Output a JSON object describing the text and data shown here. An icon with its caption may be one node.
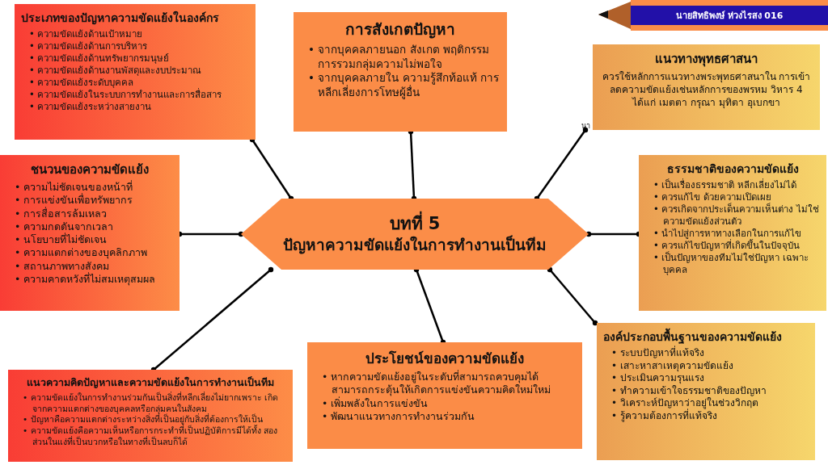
{
  "diagram": {
    "nodes": [
      {
        "text": [
          "บทที่ 5",
          "ปัญหาความขัดแย้งในการทำงานเป็นทีม"
        ]
      },
      {
        "text": [
          "ประเภทของปัญหาความขัดแย้งในองค์กร",
          "• ความขัดแย้งด้านเป้าหมาย",
          "• ความขัดแย้งด้านการบริหาร",
          "• ความขัดแย้งด้านทรัพยากรมนุษย์",
          "• ความขัดแย้งด้านงานพัสดุและงบประมาณ",
          "• ความขัดแย้งระดับบุคคล",
          "• ความขัดแย้งในระบบการทำงานและการสื่อสาร",
          "• ความขัดแย้งระหว่างสายงาน"
        ]
      },
      {
        "text": [
          "การสังเกตปัญหา",
          "• จากบุคคลภายนอก สังเกต พฤติกรรมการรวมกลุ่มความไม่พอใจ",
          "• จากบุคคลภายใน ความรู้สึกท้อแท้ การหลีกเลี่ยงการโทษผู้อื่น"
        ]
      },
      {
        "text": [
          "แนวทางพุทธศาสนา",
          "ควรใช้หลักการแนวทางพระพุทธศาสนาใน การเข้าลดความขัดแย้งเช่นหลักการของพรหม วิหาร 4 ได้แก่ เมตตา กรุณา มุทิตา อุเบกขา"
        ]
      },
      {
        "text": [
          "ชนวนของความขัดแย้ง",
          "• ความไม่ชัดเจนของหน้าที่",
          "• การแข่งขันเพื่อทรัพยากร",
          "• การสื่อสารล้มเหลว",
          "• ความกดดันจากเวลา",
          "• นโยบายที่ไม่ชัดเจน",
          "• ความแตกต่างของบุคลิกภาพ",
          "• สถานภาพทางสังคม",
          "• ความคาดหวังที่ไม่สมเหตุสมผล"
        ]
      },
      {
        "text": [
          "ธรรมชาติของความขัดแย้ง",
          "• เป็นเรื่องธรรมชาติ หลีกเลี่ยงไม่ได้",
          "• ควรแก้ไข ด้วยความเปิดเผย",
          "• ควรเกิดจากประเด็นความเห็นต่าง ไม่ใช่ความขัดแย้งส่วนตัว",
          "• นำไปสู่การหาทางเลือกในการแก้ไข",
          "• ควรแก้ไขปัญหาที่เกิดขึ้นในปัจจุบัน",
          "• เป็นปัญหาของทีมไม่ใช่ปัญหา เฉพาะบุคคล"
        ]
      },
      {
        "text": [
          "แนวความคิดปัญหาและความขัดแย้งในการทำงานเป็นทีม",
          "• ความขัดแย้งในการทำงานร่วมกันเป็นสิ่งที่หลีกเลี่ยงไม่ยากเพราะ เกิดจากความแตกต่างของบุคคลหรือกลุ่มคนในสังคม",
          "• ปัญหาคือความแตกต่างระหว่างสิ่งที่เป็นอยู่กับสิ่งที่ต้องการให้เป็น",
          "• ความขัดแย้งคือความเห็นหรือการกระทำที่เป็นปฏิบัติการมีได้ทั้ง สองส่วนในแง่ที่เป็นบวกหรือในทางที่เป็นลบก็ได้"
        ]
      },
      {
        "text": [
          "ประโยชน์ของความขัดแย้ง",
          "• หากความขัดแย้งอยู่ในระดับที่สามารถควบคุมได้ สามารถกระตุ้นให้เกิดการแข่งขันความคิดใหม่ใหม่",
          "• เพิ่มพลังในการแข่งขัน",
          "• พัฒนาแนวทางการทำงานร่วมกัน"
        ]
      },
      {
        "text": [
          "องค์ประกอบพื้นฐานของความขัดแย้ง",
          "• ระบบปัญหาที่แท้จริง",
          "• เสาะหาสาเหตุความขัดแย้ง",
          "• ประเมินความรุนแรง",
          "• ทำความเข้าใจธรรมชาติของปัญหา",
          "• วิเคราะห์ปัญหาว่าอยู่ในช่วงวิกฤต",
          "• รู้ความต้องการที่แท้จริง"
        ]
      }
    ],
    "edges": [
      {
        "from": 0,
        "to": 1,
        "arrow": "other"
      },
      {
        "from": 0,
        "to": 2,
        "arrow": "other"
      },
      {
        "from": 0,
        "to": 3,
        "arrow": "other"
      },
      {
        "from": 0,
        "to": 4,
        "arrow": "other"
      },
      {
        "from": 0,
        "to": 5,
        "arrow": "other"
      },
      {
        "from": 0,
        "to": 6,
        "arrow": "other"
      },
      {
        "from": 0,
        "to": 7,
        "arrow": "other"
      },
      {
        "from": 0,
        "to": 8,
        "arrow": "other"
      }
    ],
    "labels": [
      "นายสิทธิพงษ์ ห่วงไรสง 016",
      "นา"
    ]
  }
}
